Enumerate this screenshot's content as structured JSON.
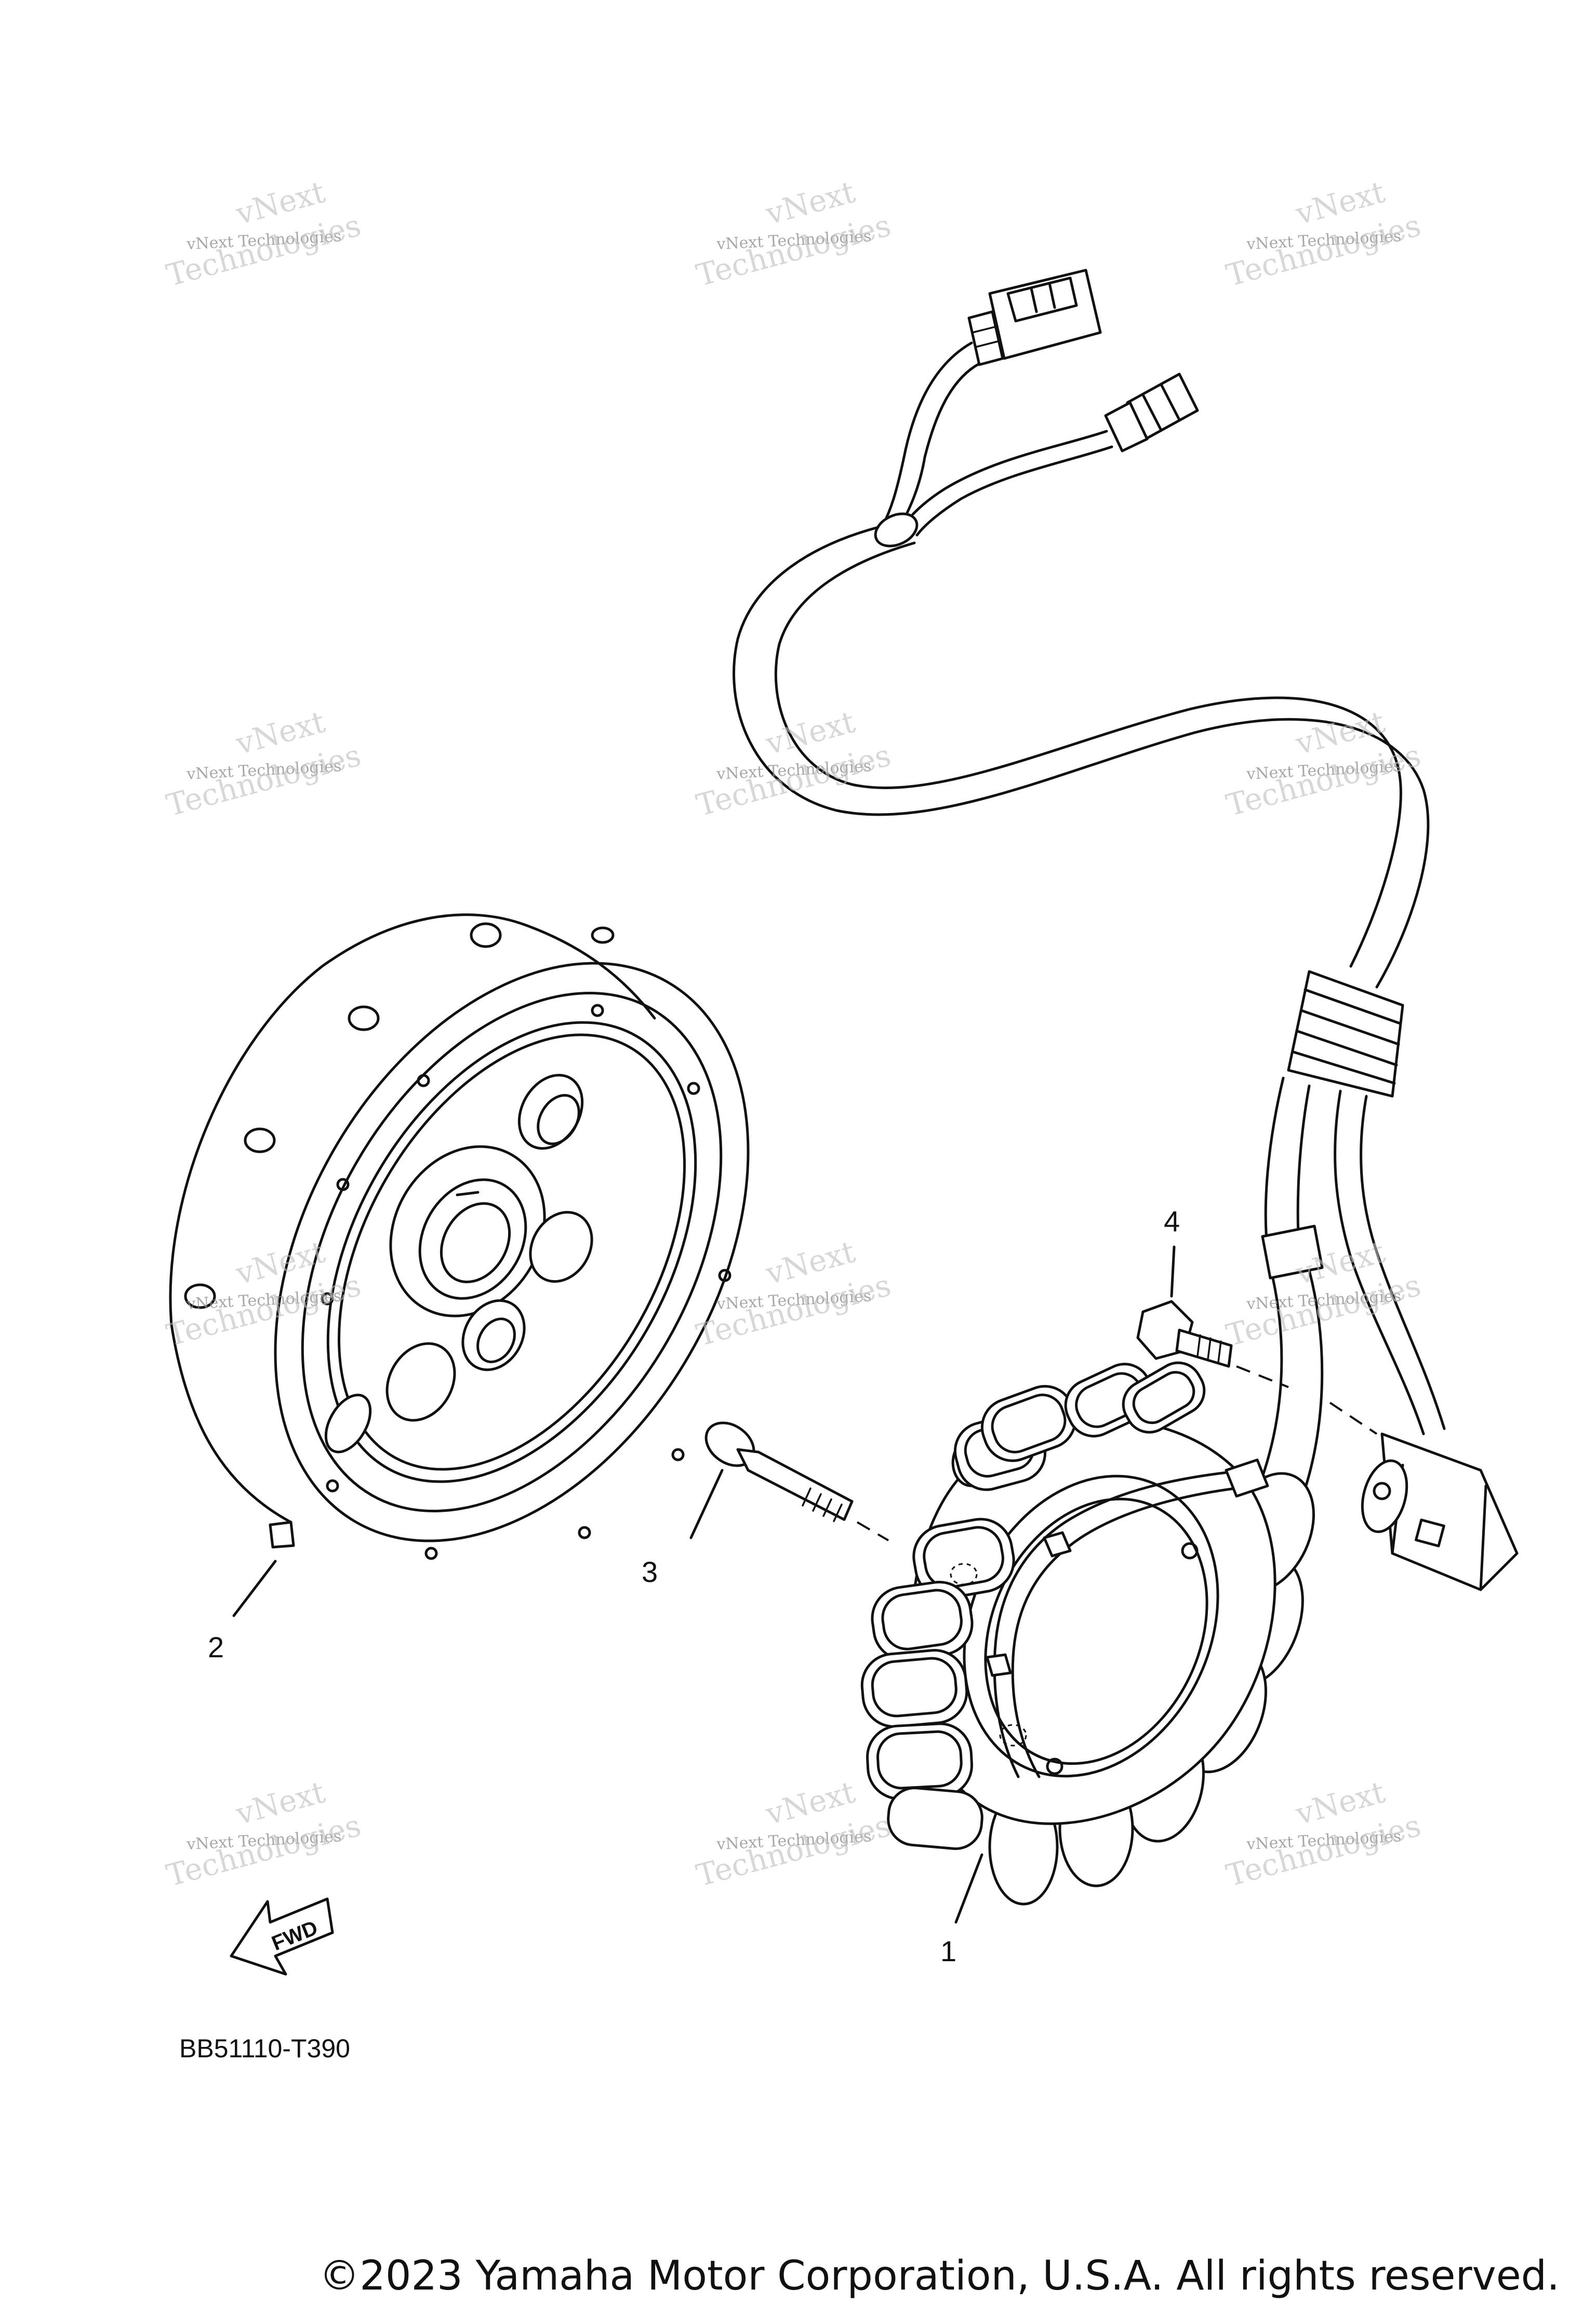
{
  "diagram": {
    "part_callouts": [
      "1",
      "2",
      "3",
      "4"
    ],
    "figure_code": "BB51110-T390",
    "direction_label": "FWD",
    "watermark": {
      "line1": "vNext Technologies",
      "line2": "vNext",
      "line3": "Technologies"
    },
    "copyright": "©2023 Yamaha Motor Corporation, U.S.A. All rights reserved."
  },
  "components": [
    {
      "callout": "1",
      "icon": "stator-coil-icon"
    },
    {
      "callout": "2",
      "icon": "rotor-flywheel-icon"
    },
    {
      "callout": "3",
      "icon": "long-bolt-icon"
    },
    {
      "callout": "4",
      "icon": "short-bolt-icon"
    }
  ]
}
